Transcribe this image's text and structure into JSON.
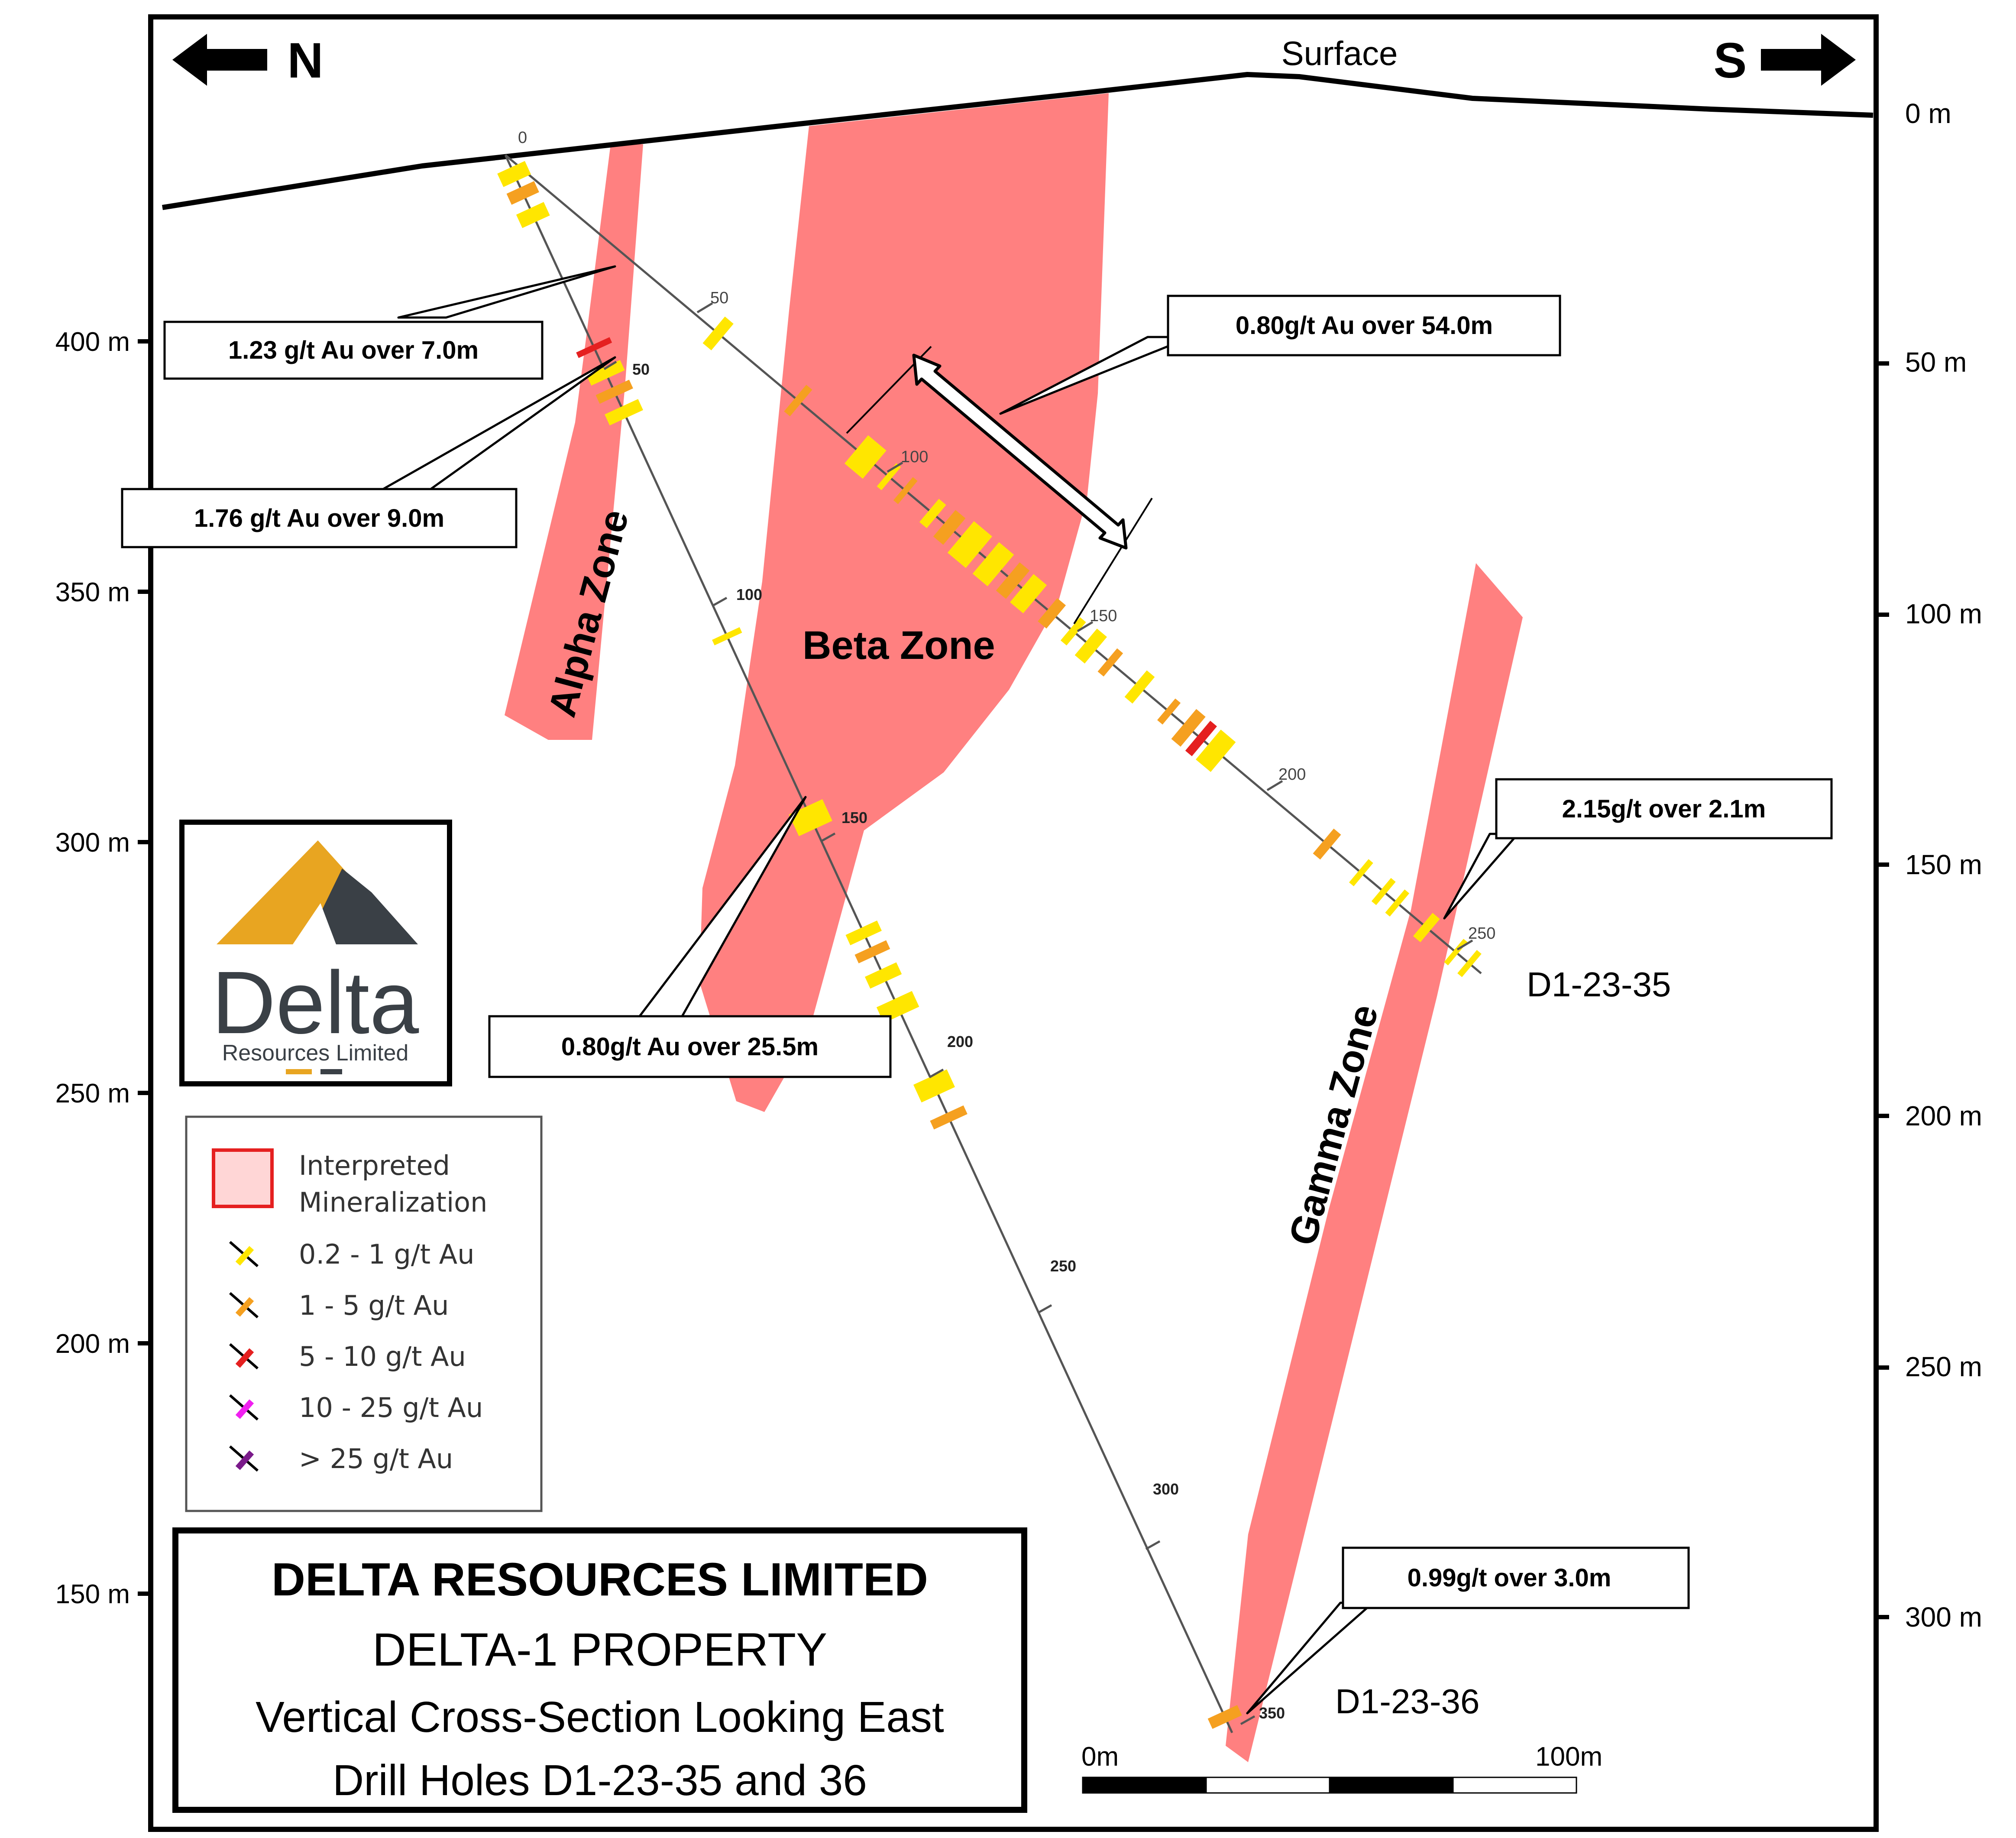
{
  "header": {
    "north_label": "N",
    "south_label": "S",
    "surface_label": "Surface"
  },
  "elevation_axis": {
    "ticks": [
      "400 m",
      "350 m",
      "300 m",
      "250 m",
      "200 m",
      "150 m"
    ]
  },
  "depth_axis": {
    "ticks": [
      "0 m",
      "50 m",
      "100 m",
      "150 m",
      "200 m",
      "250 m",
      "300 m"
    ]
  },
  "zones": {
    "alpha": "Alpha Zone",
    "beta": "Beta Zone",
    "gamma": "Gamma Zone"
  },
  "holes": {
    "d1_23_35": {
      "label": "D1-23-35",
      "collar_depth_label": "0",
      "depth_ticks": [
        "50",
        "100",
        "150",
        "200",
        "250"
      ]
    },
    "d1_23_36": {
      "label": "D1-23-36",
      "depth_ticks": [
        "50",
        "100",
        "150",
        "200",
        "250",
        "300",
        "350"
      ]
    }
  },
  "callouts": {
    "c1": "1.23 g/t Au over 7.0m",
    "c2": "1.76 g/t Au over 9.0m",
    "c3": "0.80g/t Au over 54.0m",
    "c4": "2.15g/t over 2.1m",
    "c5": "0.80g/t Au over 25.5m",
    "c6": "0.99g/t over 3.0m"
  },
  "logo": {
    "name": "Delta",
    "tagline": "Resources Limited"
  },
  "legend": {
    "mineralization_line1": "Interpreted",
    "mineralization_line2": "Mineralization",
    "grades": [
      {
        "label": "0.2 - 1 g/t Au",
        "color": "#FFE600"
      },
      {
        "label": "1 - 5 g/t Au",
        "color": "#F5A020"
      },
      {
        "label": "5 - 10 g/t Au",
        "color": "#E52020"
      },
      {
        "label": "10 - 25 g/t Au",
        "color": "#F020F0"
      },
      {
        "label": "> 25 g/t Au",
        "color": "#7A1A8A"
      }
    ]
  },
  "title_block": {
    "company": "DELTA RESOURCES LIMITED",
    "property": "DELTA-1 PROPERTY",
    "section": "Vertical Cross-Section Looking East",
    "holes": "Drill Holes D1-23-35 and 36"
  },
  "scale_bar": {
    "start_label": "0m",
    "end_label": "100m"
  },
  "colors": {
    "mineralization_fill": "#FF8080",
    "low_grade": "#FFE600",
    "mid_grade": "#F5A020",
    "high_grade": "#E52020",
    "logo_gold": "#E8A521",
    "logo_grey": "#3A4046"
  }
}
